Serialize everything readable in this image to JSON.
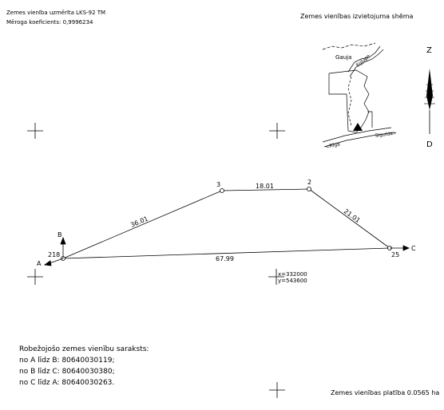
{
  "header": {
    "system_line": "Zemes vienība uzmērīta LKS-92 TM",
    "scale_line": "Mēroga koeficients: 0,9996234"
  },
  "scheme": {
    "title": "Zemes vienības izvietojuma shēma",
    "labels": {
      "river": "Gauja",
      "road_edge": "Egļupe",
      "left_road": "<Rīga",
      "right_road": "Sigulda>"
    }
  },
  "compass": {
    "north": "Z",
    "south": "D"
  },
  "plot": {
    "points": [
      {
        "id": "218",
        "label": "218"
      },
      {
        "id": "3",
        "label": "3"
      },
      {
        "id": "2",
        "label": "2"
      },
      {
        "id": "25",
        "label": "25"
      }
    ],
    "edges": [
      {
        "from": "218",
        "to": "3",
        "length": "36.01"
      },
      {
        "from": "3",
        "to": "2",
        "length": "18.01"
      },
      {
        "from": "2",
        "to": "25",
        "length": "21.01"
      },
      {
        "from": "25",
        "to": "218",
        "length": "67.99"
      }
    ],
    "axis_labels": {
      "a": "A",
      "b": "B",
      "c": "C"
    },
    "coordinates": {
      "x": "x=332000",
      "y": "y=543600"
    }
  },
  "neighbours": {
    "title": "Robežojošo zemes vienību saraksts:",
    "items": [
      "no A līdz B: 80640030119;",
      "no B līdz C: 80640030380;",
      "no C līdz A: 80640030263."
    ]
  },
  "area_text": "Zemes vienības platība 0.0565 ha"
}
